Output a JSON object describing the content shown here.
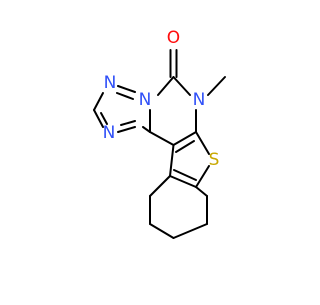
{
  "molecule": {
    "atoms": {
      "oxygen": "O",
      "n_amide": "N",
      "n_triazole_top": "N",
      "n_triazole_left": "N",
      "n_triazole_bottom": "N",
      "sulfur": "S"
    },
    "colors": {
      "nitrogen": "#3050F8",
      "oxygen": "#FF0D0D",
      "sulfur": "#C8A800",
      "bond": "#000000"
    }
  }
}
